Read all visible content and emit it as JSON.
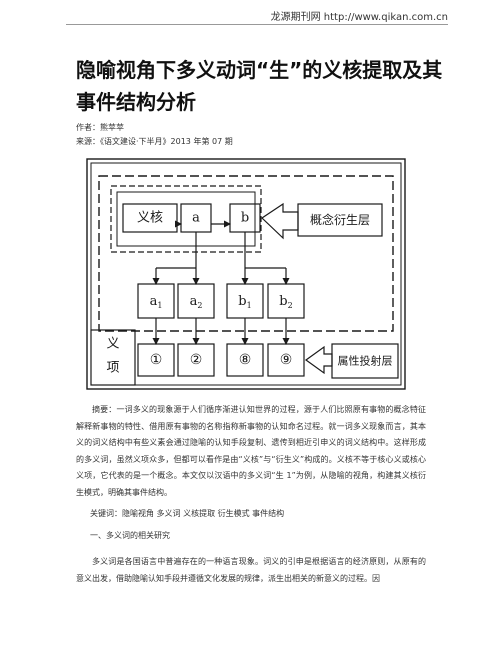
{
  "header": {
    "source_line": "龙源期刊网 http://www.qikan.com.cn"
  },
  "article": {
    "title": "隐喻视角下多义动词“生”的义核提取及其事件结构分析",
    "author": "作者：熊苹苹",
    "source": "来源：《语文建设·下半月》2013 年第 07 期"
  },
  "figure": {
    "top_nodes": [
      "义核",
      "a",
      "b"
    ],
    "layer_top": "概念衍生层",
    "mid_nodes": [
      {
        "base": "a",
        "sub": "1"
      },
      {
        "base": "a",
        "sub": "2"
      },
      {
        "base": "b",
        "sub": "1"
      },
      {
        "base": "b",
        "sub": "2"
      }
    ],
    "left_label_1": "义",
    "left_label_2": "项",
    "bottom_nodes": [
      "①",
      "②",
      "⑧",
      "⑨"
    ],
    "layer_bottom": "属性投射层",
    "colors": {
      "line": "#1a1a1a",
      "fill": "#ffffff"
    }
  },
  "abstract": "摘要：一词多义的现象源于人们循序渐进认知世界的过程，源于人们比照原有事物的概念特征解释新事物的特性、借用原有事物的名称指称新事物的认知命名过程。就一词多义现象而言，其本义的词义结构中有些义素会通过隐喻的认知手段复制、遗传到相近引申义的词义结构中。这样形成的多义词，虽然义项众多，但都可以看作是由“义核”与“衍生义”构成的。义核不等于核心义或核心义项，它代表的是一个概念。本文仅以汉语中的多义词“生 1”为例，从隐喻的视角，构建其义核衍生模式，明确其事件结构。",
  "keywords": "关键词：隐喻视角 多义词 义核提取 衍生模式 事件结构",
  "section_heading": "一、多义词的相关研究",
  "body_text": "多义词是各国语言中普遍存在的一种语言现象。词义的引申是根据语言的经济原则，从原有的意义出发，借助隐喻认知手段并遵循文化发展的规律，派生出相关的新意义的过程。因"
}
